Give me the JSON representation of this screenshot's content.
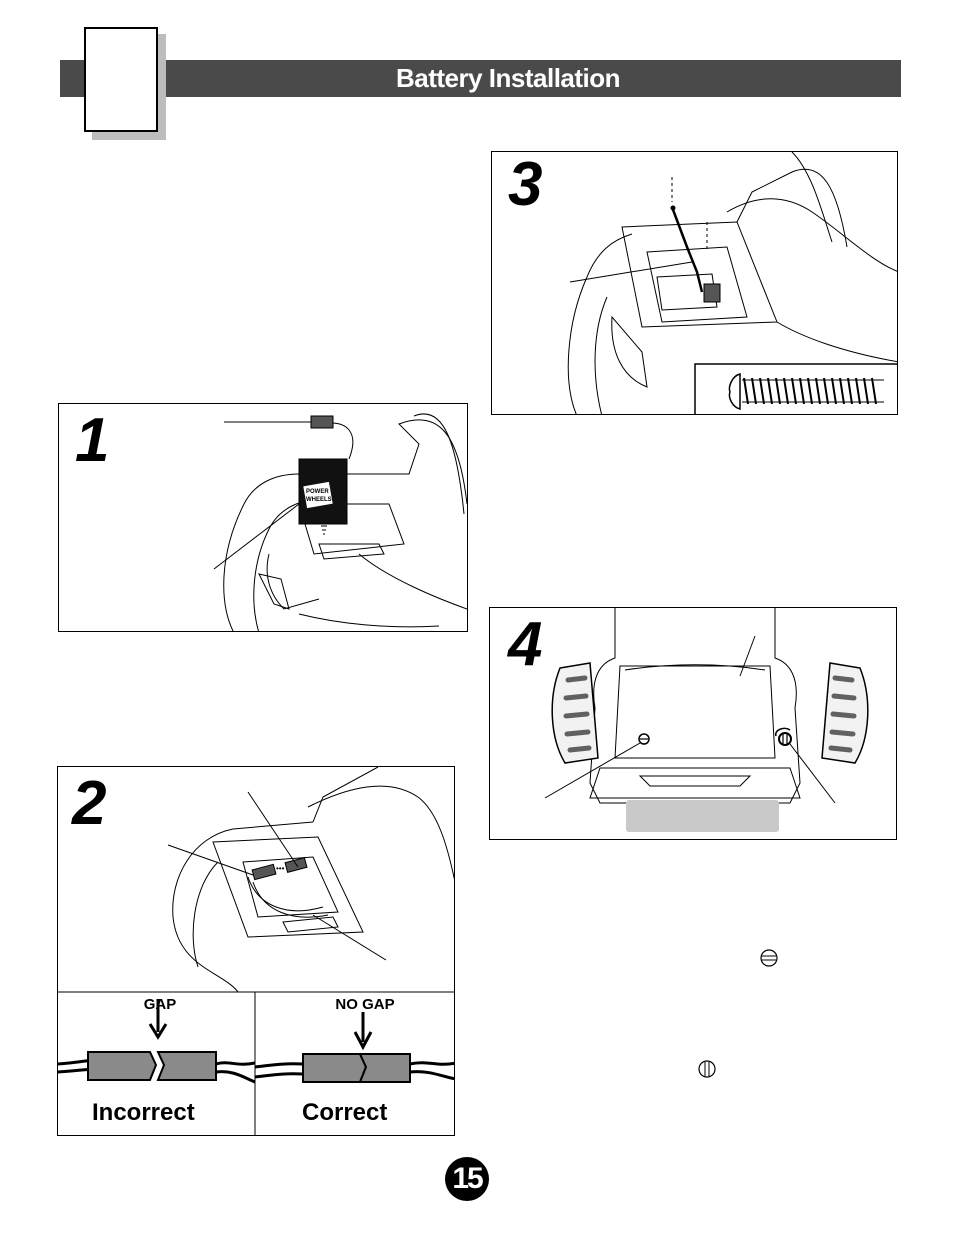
{
  "header": {
    "title": "Battery Installation"
  },
  "steps": {
    "step1": {
      "number": "1",
      "battery_brand_line1": "POWER",
      "battery_brand_line2": "WHEELS"
    },
    "step2": {
      "number": "2"
    },
    "step3": {
      "number": "3"
    },
    "step4": {
      "number": "4"
    }
  },
  "connectors": {
    "incorrect": {
      "indicator": "GAP",
      "label": "Incorrect"
    },
    "correct": {
      "indicator": "NO GAP",
      "label": "Correct"
    }
  },
  "screw_icons": [
    "horizontal-slot-icon",
    "vertical-slot-icon"
  ],
  "page_number": "15"
}
